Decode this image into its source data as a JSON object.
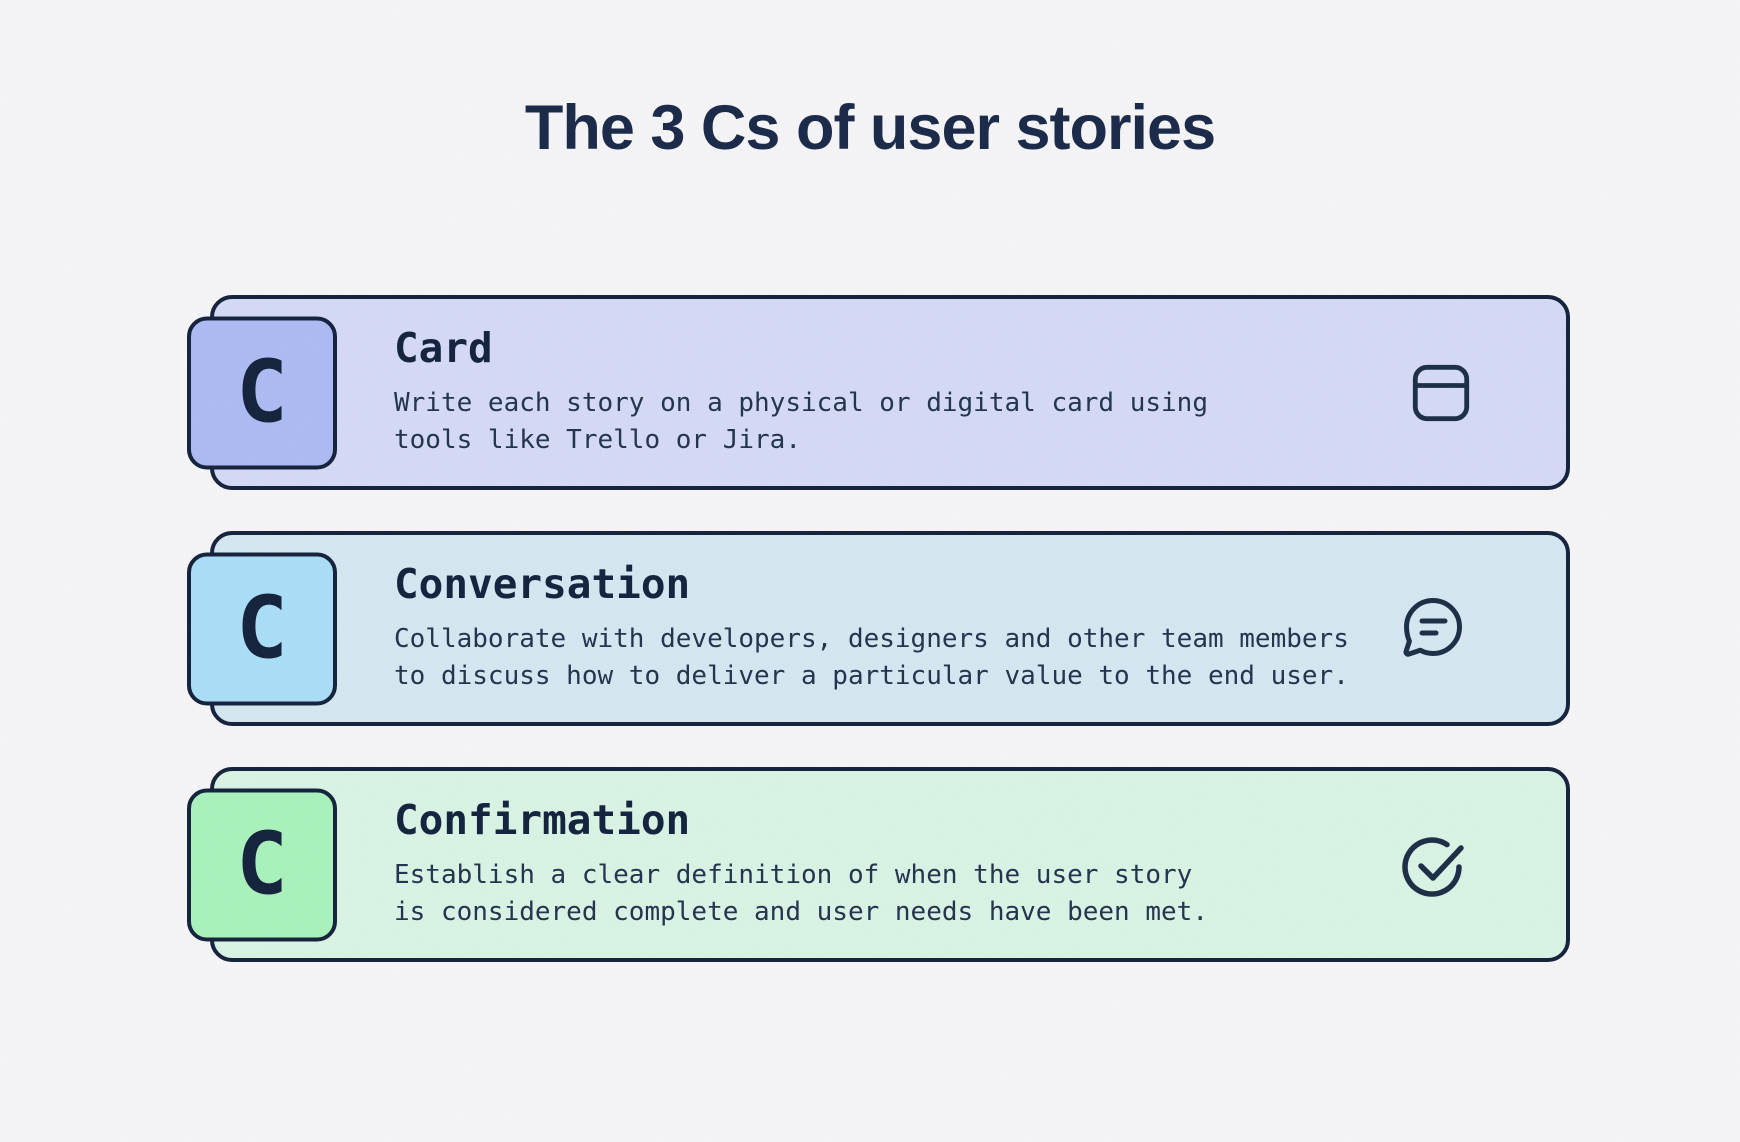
{
  "title": "The 3 Cs of user stories",
  "colors": {
    "background": "#f5f5f8",
    "ink": "#17243d",
    "body_text": "#24364f"
  },
  "cards": [
    {
      "letter": "C",
      "title": "Card",
      "description_line1": "Write each story on a physical or digital card using",
      "description_line2": "tools like Trello or Jira.",
      "icon": "card-icon",
      "card_fill": "#d5daf7",
      "badge_fill": "#afbbf3"
    },
    {
      "letter": "C",
      "title": "Conversation",
      "description_line1": "Collaborate with developers, designers and other team members",
      "description_line2": "to discuss how to deliver a particular value to the end user.",
      "icon": "chat-bubble-icon",
      "card_fill": "#d6e7f2",
      "badge_fill": "#abdff7"
    },
    {
      "letter": "C",
      "title": "Confirmation",
      "description_line1": "Establish a clear definition of when the user story",
      "description_line2": "is considered complete and user needs have been met.",
      "icon": "check-circle-icon",
      "card_fill": "#d9f3e5",
      "badge_fill": "#aaf2bd"
    }
  ]
}
